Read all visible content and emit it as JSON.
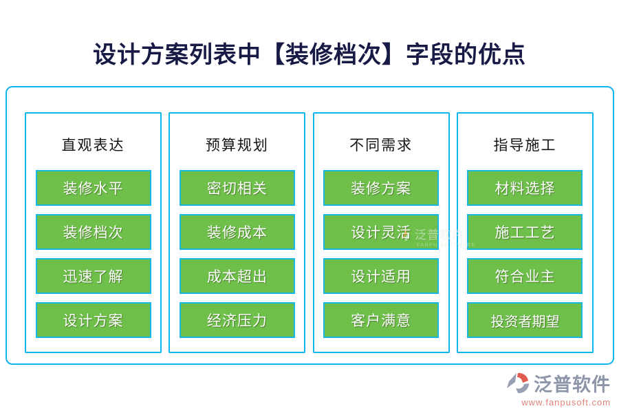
{
  "title": "设计方案列表中【装修档次】字段的优点",
  "columns": [
    {
      "header": "直观表达",
      "items": [
        "装修水平",
        "装修档次",
        "迅速了解",
        "设计方案"
      ]
    },
    {
      "header": "预算规划",
      "items": [
        "密切相关",
        "装修成本",
        "成本超出",
        "经济压力"
      ]
    },
    {
      "header": "不同需求",
      "items": [
        "装修方案",
        "设计灵活",
        "设计适用",
        "客户满意"
      ]
    },
    {
      "header": "指导施工",
      "items": [
        "材料选择",
        "施工工艺",
        "符合业主",
        "投资者期望"
      ]
    }
  ],
  "watermark": {
    "name": "泛普软件",
    "subtitle": "FANPU SOFTWARE"
  },
  "footer": {
    "brand": "泛普软件",
    "url": "www.fanpusoft.com"
  },
  "colors": {
    "border_cyan": "#0eb4ee",
    "button_green": "#6fbf4b",
    "title_navy": "#171a45",
    "footer_gray": "#8d95a8",
    "footer_red": "#e2837a",
    "watermark_orange": "#f5a03c"
  }
}
